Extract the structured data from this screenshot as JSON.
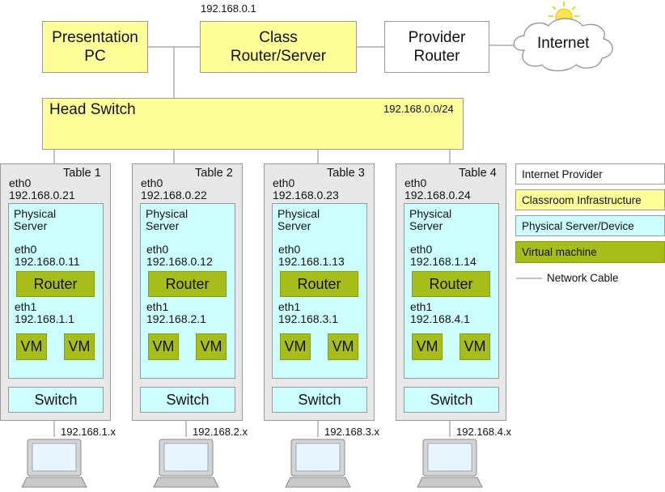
{
  "top": {
    "presentation_pc": "Presentation\nPC",
    "class_router": "Class\nRouter/Server",
    "class_router_ip": "192.168.0.1",
    "provider_router": "Provider\nRouter",
    "internet": "Internet"
  },
  "head_switch": {
    "label": "Head Switch",
    "subnet": "192.168.0.0/24"
  },
  "tables": [
    {
      "name": "Table 1",
      "eth0": "eth0\n192.168.0.21",
      "server_label": "Physical\nServer",
      "router_eth0": "eth0\n192.168.0.11",
      "router": "Router",
      "eth1": "eth1\n192.168.1.1",
      "vm1": "VM",
      "vm2": "VM",
      "switch": "Switch",
      "lan": "192.168.1.x"
    },
    {
      "name": "Table 2",
      "eth0": "eth0\n192.168.0.22",
      "server_label": "Physical\nServer",
      "router_eth0": "eth0\n192.168.0.12",
      "router": "Router",
      "eth1": "eth1\n192.168.2.1",
      "vm1": "VM",
      "vm2": "VM",
      "switch": "Switch",
      "lan": "192.168.2.x"
    },
    {
      "name": "Table 3",
      "eth0": "eth0\n192.168.0.23",
      "server_label": "Physical\nServer",
      "router_eth0": "eth0\n192.168.1.13",
      "router": "Router",
      "eth1": "eth1\n192.168.3.1",
      "vm1": "VM",
      "vm2": "VM",
      "switch": "Switch",
      "lan": "192.168.3.x"
    },
    {
      "name": "Table 4",
      "eth0": "eth0\n192.168.0.24",
      "server_label": "Physical\nServer",
      "router_eth0": "eth0\n192.168.1.14",
      "router": "Router",
      "eth1": "eth1\n192.168.4.1",
      "vm1": "VM",
      "vm2": "VM",
      "switch": "Switch",
      "lan": "192.168.4.x"
    }
  ],
  "legend": {
    "internet_provider": "Internet Provider",
    "classroom_infrastructure": "Classroom Infrastructure",
    "physical_server": "Physical Server/Device",
    "virtual_machine": "Virtual machine",
    "network_cable": "Network Cable"
  },
  "colors": {
    "infrastructure": "#ffff99",
    "physical": "#ccffff",
    "virtual": "#a7bd1a",
    "table": "#e8e8e8",
    "cable": "#9a9a9a",
    "sun": "#ffe34d",
    "laptop": "#bfbfbf"
  },
  "icons": {
    "internet": "cloud-icon",
    "sun": "sun-icon",
    "head_switch_hub": "diamond-hub-icon",
    "client": "laptop-icon"
  }
}
